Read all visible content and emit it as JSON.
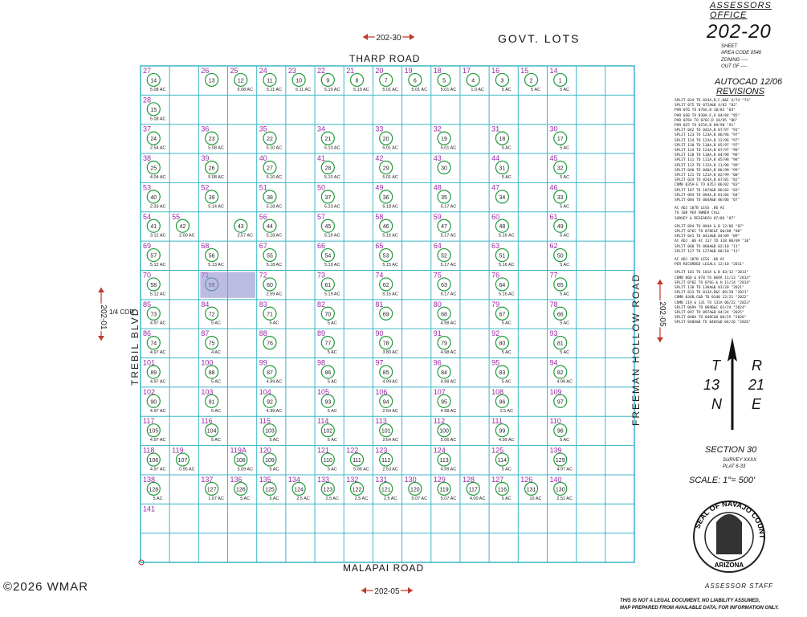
{
  "header": {
    "office": "ASSESSORS OFFICE",
    "sheet_number": "202-20",
    "sheet_label": "SHEET",
    "area_code": "AREA CODE 0540",
    "zoning": "ZONING ----",
    "out_of": "OUT OF ----",
    "autocad": "AUTOCAD   12/06",
    "revisions": "REVISIONS"
  },
  "revisions_lines": [
    "SPLIT 034 TO 034A,B,C,D&E  X/74 \"74\"",
    "SPLIT 075 TO 075A&B  4/82 \"82\"",
    "PAR 076 TO 076A,B  10/83 \"84\"",
    "PAR 030 TO 030A-E,H  04/84 \"85\"",
    "PAR 076A TO 076C,D  10/85 \"86\"",
    "PAR 025 TO 025A,B  09/90 \"91\"",
    "SPLIT 042 TO 042A,B  07/97 \"93\"",
    "SPLIT 123 TO 123A,B  06/96 \"97\"",
    "SPLIT 124 TO 124A,B  12/96 \"97\"",
    "SPLIT 110 TO 110A,B  05/97 \"97\"",
    "SPLIT 124 TO 124A,B  07/97 \"98\"",
    "SPLIT 110 TO 110A,B  04/98 \"98\"",
    "SPLIT 111 TO 111A,B  05/98 \"98\"",
    "SPLIT 112 TO 112A,B  11/98 \"99\"",
    "SPLIT 040 TO 040A,B  06/98 \"99\"",
    "SPLIT 121 TO 121A,B  02/99 \"00\"",
    "SPLIT 024 TO 024A,B  07/01 \"02\"",
    "COMB 035A-E TO 035J  06/02 \"03\"",
    "SPLIT 107 TO 107A&B  06/02 \"03\"",
    "SPLIT 094 TO 094A,B  01/04 \"04\"",
    "SPLIT 004 TO 004A&B  06/06 \"07\""
  ],
  "revisions_notes": [
    "AC ADJ 107B LESS .06 AC",
    "TO 108 PER OWNER CALL",
    "SURVEY & RESEARCH  07/06 \"07\""
  ],
  "revisions_lines2": [
    "SPLIT 094 TO 094A & B  12/06 \"07\"",
    "SPLIT 076C TO 076E&F  06/08 \"08\"",
    "SPLIT 041 TO 041A&B  04/09 \"09\"",
    "AC ADJ .06 AC 117 TO 118  08/09 \"10\"",
    "SPLIT 060 TO 060A&B  02/10 \"11\"",
    "SPLIT 127 TO 127A&B  08/10 \"11\""
  ],
  "revisions_notes2": [
    "AC ADJ 107B LESS .06 AC",
    "PER RECORDED LEGALS  12/10 \"2011\""
  ],
  "revisions_lines3": [
    "SPLIT 101 TO 101A & B  03/12 \"2013\"",
    "COMB 068 & 078 TO 069A  11/13 \"2014\"",
    "SPLIT 076E TO 076G & H  11/14 \"2014\"",
    "SPLIT 130 TO 130A&B  01/20 \"2021\"",
    "SPLIT 013 TO 013A,B&C  09/20 \"2021\"",
    "COMB 034B,C&D TO 0340  12/21 \"2022\"",
    "COMB 119 & 131 TO 131A  06/22 \"2023\"",
    "SPLIT 069A TO 069B&C  01/24 \"2024\"",
    "SPLIT 097 TO 097A&B  04/24 \"2025\"",
    "SPLIT 040A TO 040C&D  06/25 \"2026\"",
    "SPLIT 040A&B TO 040C&D  04/26 \"2026\""
  ],
  "roads": {
    "top": "THARP  ROAD",
    "bottom": "MALAPAI  ROAD",
    "left": "TREBIL          BLVD",
    "right": "FREEMAN          HOLLOW  ROAD",
    "govt_lots": "GOVT.  LOTS",
    "left_cor": "1/4 COR"
  },
  "map_refs": {
    "top": "202-30",
    "bottom": "202-05",
    "left": "202-01",
    "right": "202-05"
  },
  "township": {
    "t": "T",
    "n1": "13",
    "n2": "N",
    "r": "R",
    "r_num": "21",
    "e": "E"
  },
  "section": "SECTION 30",
  "survey": "SURVEY  XXXX",
  "plat": "PLAT  6-33",
  "scale": "SCALE:    1\"= 500'",
  "seal": {
    "outer": "SEAL OF NAVAJO COUNTY",
    "bottom": "ARIZONA"
  },
  "staff": "ASSESSOR STAFF",
  "disclaimer1": "THIS IS NOT A LEGAL DOCUMENT, NO LIABILITY ASSUMED,",
  "disclaimer2": "MAP PREPARED FROM AVAILABLE DATA, FOR INFORMATION ONLY.",
  "watermark": "©2026 WMAR",
  "parcels": [
    {
      "id": "27",
      "num": "14",
      "ac": "5.08 AC"
    },
    {
      "id": "26",
      "num": "13",
      "ac": ""
    },
    {
      "id": "25",
      "num": "12",
      "ac": "5.08 AC"
    },
    {
      "id": "24",
      "num": "11",
      "ac": "5.11 AC"
    },
    {
      "id": "23",
      "num": "10",
      "ac": "5.11 AC"
    },
    {
      "id": "22",
      "num": "9",
      "ac": "5.10 AC"
    },
    {
      "id": "21",
      "num": "8",
      "ac": "5.10 AC"
    },
    {
      "id": "20",
      "num": "7",
      "ac": "5.01 AC"
    },
    {
      "id": "19",
      "num": "6",
      "ac": "5.01 AC"
    },
    {
      "id": "18",
      "num": "5",
      "ac": "5.01 AC"
    },
    {
      "id": "17",
      "num": "4",
      "ac": "1.0 AC"
    },
    {
      "id": "16",
      "num": "3",
      "ac": "5 AC"
    },
    {
      "id": "15",
      "num": "2",
      "ac": "5 AC"
    },
    {
      "id": "14",
      "num": "1",
      "ac": "5 AC"
    },
    {
      "id": "28",
      "num": "15",
      "ac": "5.08 AC"
    },
    {
      "id": "36",
      "num": "23",
      "ac": "5.08 AC"
    },
    {
      "id": "35",
      "num": "22",
      "ac": "5.10 AC"
    },
    {
      "id": "34",
      "num": "21",
      "ac": "5.10 AC"
    },
    {
      "id": "33",
      "num": "20",
      "ac": "5.01 AC"
    },
    {
      "id": "32",
      "num": "19",
      "ac": "5.01 AC"
    },
    {
      "id": "31",
      "num": "18",
      "ac": "5 AC"
    },
    {
      "id": "30",
      "num": "17",
      "ac": "5 AC"
    },
    {
      "id": "37",
      "num": "24",
      "ac": "2.54 AC"
    },
    {
      "id": "38",
      "num": "25",
      "ac": "4.04 AC"
    },
    {
      "id": "39",
      "num": "26",
      "ac": "5.08 AC"
    },
    {
      "id": "40",
      "num": "27",
      "ac": "5.10 AC"
    },
    {
      "id": "41",
      "num": "28",
      "ac": "5.10 AC"
    },
    {
      "id": "42",
      "num": "29",
      "ac": "5.01 AC"
    },
    {
      "id": "43",
      "num": "30",
      "ac": ""
    },
    {
      "id": "44",
      "num": "31",
      "ac": "5 AC"
    },
    {
      "id": "45",
      "num": "32",
      "ac": "5 AC"
    },
    {
      "id": "53",
      "num": "40",
      "ac": "2.33 AC"
    },
    {
      "id": "52",
      "num": "39",
      "ac": "5.14 AC"
    },
    {
      "id": "51",
      "num": "38",
      "ac": "5.18 AC"
    },
    {
      "id": "50",
      "num": "37",
      "ac": "5.23 AC"
    },
    {
      "id": "49",
      "num": "36",
      "ac": "5.18 AC"
    },
    {
      "id": "48",
      "num": "35",
      "ac": "5.17 AC"
    },
    {
      "id": "47",
      "num": "34",
      "ac": ""
    },
    {
      "id": "46",
      "num": "33",
      "ac": "5 AC"
    },
    {
      "id": "54",
      "num": "41",
      "ac": "3.12 AC"
    },
    {
      "id": "55",
      "num": "42",
      "ac": "2.00 AC"
    },
    {
      "id": "",
      "num": "43",
      "ac": "2.57 AC"
    },
    {
      "id": "56",
      "num": "44",
      "ac": "5.18 AC"
    },
    {
      "id": "57",
      "num": "45",
      "ac": "5.19 AC"
    },
    {
      "id": "58",
      "num": "46",
      "ac": "5.15 AC"
    },
    {
      "id": "59",
      "num": "47",
      "ac": "5.17 AC"
    },
    {
      "id": "60",
      "num": "48",
      "ac": "5.16 AC"
    },
    {
      "id": "61",
      "num": "49",
      "ac": "5 AC"
    },
    {
      "id": "69",
      "num": "57",
      "ac": "5.12 AC"
    },
    {
      "id": "68",
      "num": "56",
      "ac": "5.13 AC"
    },
    {
      "id": "67",
      "num": "55",
      "ac": "5.18 AC"
    },
    {
      "id": "66",
      "num": "54",
      "ac": "5.19 AC"
    },
    {
      "id": "65",
      "num": "53",
      "ac": "5.15 AC"
    },
    {
      "id": "64",
      "num": "52",
      "ac": "5.17 AC"
    },
    {
      "id": "63",
      "num": "51",
      "ac": "5.16 AC"
    },
    {
      "id": "62",
      "num": "50",
      "ac": "5 AC"
    },
    {
      "id": "70",
      "num": "58",
      "ac": "5.12 AC"
    },
    {
      "id": "71",
      "num": "59",
      "ac": ""
    },
    {
      "id": "72",
      "num": "60",
      "ac": "2.59 AC"
    },
    {
      "id": "73",
      "num": "61",
      "ac": "5.19 AC"
    },
    {
      "id": "74",
      "num": "62",
      "ac": "5.15 AC"
    },
    {
      "id": "75",
      "num": "63",
      "ac": "5.17 AC"
    },
    {
      "id": "76",
      "num": "64",
      "ac": "5.16 AC"
    },
    {
      "id": "77",
      "num": "65",
      "ac": "5 AC"
    },
    {
      "id": "85",
      "num": "73",
      "ac": "4.97 AC"
    },
    {
      "id": "84",
      "num": "72",
      "ac": "5 AC"
    },
    {
      "id": "83",
      "num": "71",
      "ac": "5 AC"
    },
    {
      "id": "82",
      "num": "70",
      "ac": "5 AC"
    },
    {
      "id": "81",
      "num": "69",
      "ac": ""
    },
    {
      "id": "80",
      "num": "68",
      "ac": "4.98 AC"
    },
    {
      "id": "79",
      "num": "67",
      "ac": "5 AC"
    },
    {
      "id": "78",
      "num": "66",
      "ac": "5 AC"
    },
    {
      "id": "86",
      "num": "74",
      "ac": "4.97 AC"
    },
    {
      "id": "87",
      "num": "75",
      "ac": "4 AC"
    },
    {
      "id": "88",
      "num": "76",
      "ac": ""
    },
    {
      "id": "89",
      "num": "77",
      "ac": "5 AC"
    },
    {
      "id": "90",
      "num": "78",
      "ac": "3.80 AC"
    },
    {
      "id": "91",
      "num": "79",
      "ac": "4.98 AC"
    },
    {
      "id": "92",
      "num": "80",
      "ac": "5 AC"
    },
    {
      "id": "93",
      "num": "81",
      "ac": "5 AC"
    },
    {
      "id": "101",
      "num": "89",
      "ac": "4.97 AC"
    },
    {
      "id": "100",
      "num": "88",
      "ac": "5 AC"
    },
    {
      "id": "99",
      "num": "87",
      "ac": "4.99 AC"
    },
    {
      "id": "98",
      "num": "86",
      "ac": "5 AC"
    },
    {
      "id": "97",
      "num": "85",
      "ac": "4.99 AC"
    },
    {
      "id": "96",
      "num": "84",
      "ac": "4.98 AC"
    },
    {
      "id": "95",
      "num": "83",
      "ac": "5 AC"
    },
    {
      "id": "94",
      "num": "82",
      "ac": "4.99 AC"
    },
    {
      "id": "102",
      "num": "90",
      "ac": "4.97 AC"
    },
    {
      "id": "103",
      "num": "91",
      "ac": "5 AC"
    },
    {
      "id": "104",
      "num": "92",
      "ac": "4.99 AC"
    },
    {
      "id": "105",
      "num": "93",
      "ac": "5 AC"
    },
    {
      "id": "106",
      "num": "94",
      "ac": "2.54 AC"
    },
    {
      "id": "107",
      "num": "95",
      "ac": "4.98 AC"
    },
    {
      "id": "108",
      "num": "96",
      "ac": "2.5 AC"
    },
    {
      "id": "109",
      "num": "97",
      "ac": ""
    },
    {
      "id": "117",
      "num": "105",
      "ac": "4.97 AC"
    },
    {
      "id": "116",
      "num": "104",
      "ac": "5 AC"
    },
    {
      "id": "115",
      "num": "103",
      "ac": "5 AC"
    },
    {
      "id": "114",
      "num": "102",
      "ac": "5 AC"
    },
    {
      "id": "113",
      "num": "101",
      "ac": "2.54 AC"
    },
    {
      "id": "112",
      "num": "100",
      "ac": "5.06 AC"
    },
    {
      "id": "111",
      "num": "99",
      "ac": "4.99 AC"
    },
    {
      "id": "110",
      "num": "98",
      "ac": "5 AC"
    },
    {
      "id": "118",
      "num": "106",
      "ac": "4.97 AC"
    },
    {
      "id": "119",
      "num": "107",
      "ac": "0.95 AC"
    },
    {
      "id": "119A",
      "num": "108",
      "ac": "3.09 AC"
    },
    {
      "id": "120",
      "num": "109",
      "ac": "5 AC"
    },
    {
      "id": "121",
      "num": "110",
      "ac": "5 AC"
    },
    {
      "id": "122",
      "num": "111",
      "ac": "5.06 AC"
    },
    {
      "id": "123",
      "num": "112",
      "ac": "2.53 AC"
    },
    {
      "id": "124",
      "num": "113",
      "ac": "4.99 AC"
    },
    {
      "id": "125",
      "num": "114",
      "ac": "5 AC"
    },
    {
      "id": "139",
      "num": "129",
      "ac": "4.97 AC"
    },
    {
      "id": "138",
      "num": "128",
      "ac": "5 AC"
    },
    {
      "id": "137",
      "num": "127",
      "ac": "1.67 AC"
    },
    {
      "id": "136",
      "num": "126",
      "ac": "5 AC"
    },
    {
      "id": "135",
      "num": "125",
      "ac": "5 AC"
    },
    {
      "id": "134",
      "num": "124",
      "ac": "2.5 AC"
    },
    {
      "id": "133",
      "num": "123",
      "ac": "2.5 AC"
    },
    {
      "id": "132",
      "num": "122",
      "ac": "2.5 AC"
    },
    {
      "id": "131",
      "num": "121",
      "ac": "2.5 AC"
    },
    {
      "id": "130",
      "num": "120",
      "ac": "5.07 AC"
    },
    {
      "id": "129",
      "num": "119",
      "ac": "5.07 AC"
    },
    {
      "id": "128",
      "num": "117",
      "ac": "4.00 AC"
    },
    {
      "id": "127",
      "num": "116",
      "ac": "5 AC"
    },
    {
      "id": "126",
      "num": "131",
      "ac": "10 AC"
    },
    {
      "id": "140",
      "num": "130",
      "ac": "2.51 AC"
    },
    {
      "id": "141",
      "num": "",
      "ac": ""
    }
  ]
}
